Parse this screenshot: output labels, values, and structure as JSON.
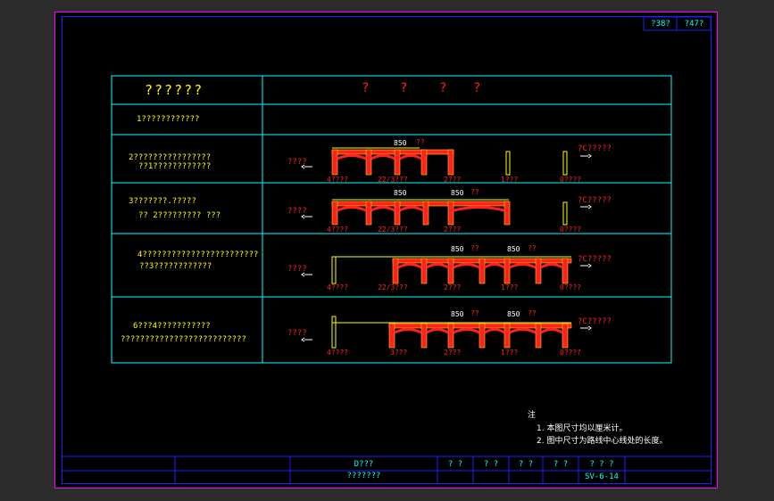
{
  "page_tag": {
    "left": "?38?",
    "right": "?47?"
  },
  "table": {
    "header_left": "??????",
    "header_right": [
      "?",
      "?",
      "?",
      "?"
    ],
    "rows": [
      {
        "lines": [
          "1????????????"
        ]
      },
      {
        "lines": [
          "2????????????????",
          "??1????????????"
        ]
      },
      {
        "lines": [
          "3???????.?????",
          "?? 2?????????  ???"
        ]
      },
      {
        "lines": [
          "4????????????????????????",
          "??3????????????"
        ]
      },
      {
        "lines": [
          "6???4???????????",
          "??????????????????????????"
        ]
      }
    ]
  },
  "diagram": {
    "dim_850": "850",
    "dim_qq": "??",
    "arrow_left": "????",
    "arrow_right": "?C?????",
    "label_4": "4????",
    "label_22_3": "22/3???",
    "label_3": "3???",
    "label_2": "2???",
    "label_1": "1???",
    "label_0": "0????"
  },
  "notes": {
    "title": "注",
    "items": [
      "1.  本图尺寸均以厘米计。",
      "2.  图中尺寸为路线中心线处的长度。"
    ]
  },
  "title_block": {
    "drawing_title": [
      "D???",
      "???????"
    ],
    "cells": [
      "? ?",
      "? ?",
      "? ?",
      "? ?",
      "? ? ?"
    ],
    "drawing_number": "SV-6-14"
  },
  "colors": {
    "sheet_border": "#ff00ff",
    "frame": "#1e1eff",
    "grid": "#00ffff",
    "text": "#ffff00",
    "section": "#ff2020"
  }
}
